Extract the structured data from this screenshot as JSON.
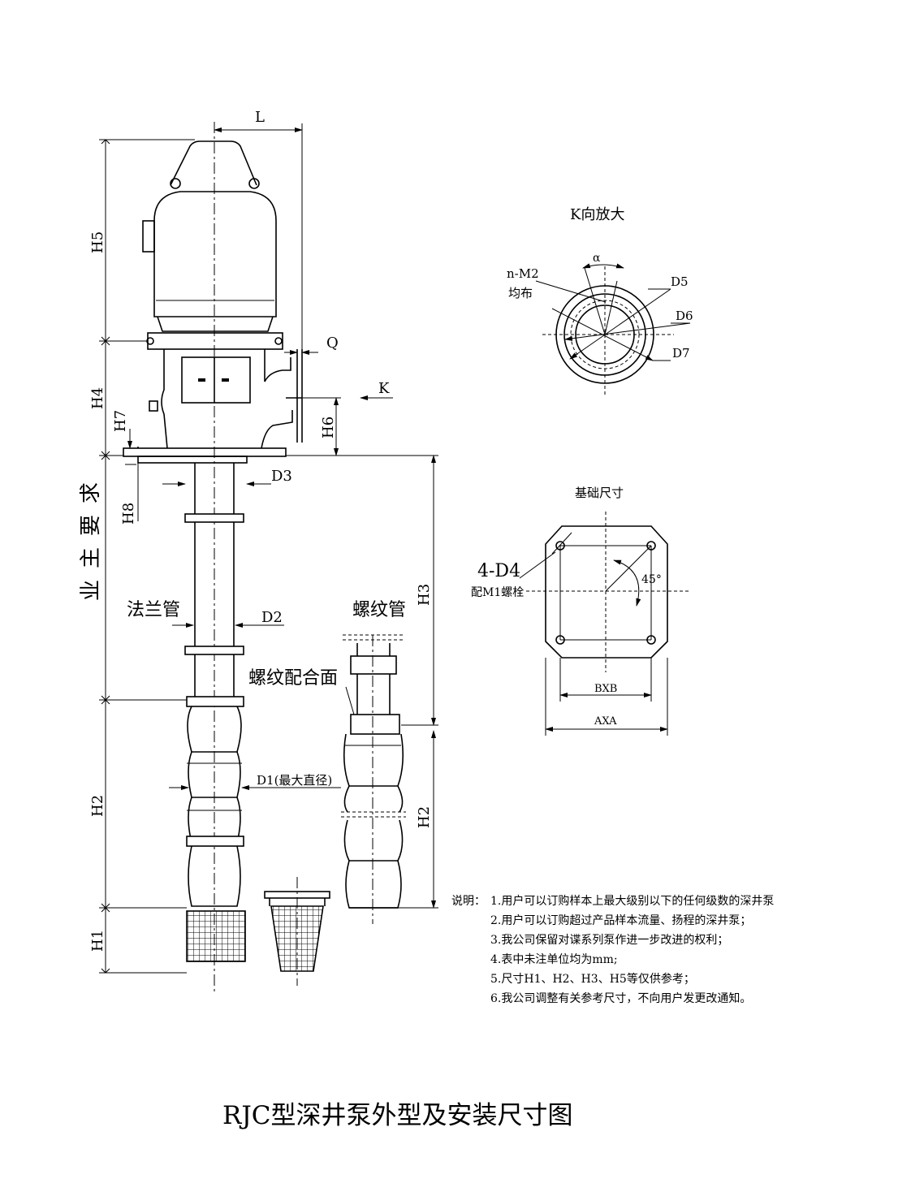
{
  "title": "RJC型深井泵外型及安装尺寸图",
  "dims": {
    "L": "L",
    "Q": "Q",
    "K": "K",
    "H1": "H1",
    "H2": "H2",
    "H2b": "H2",
    "H3": "H3",
    "H4": "H4",
    "H5": "H5",
    "H6": "H6",
    "H7": "H7",
    "H8": "H8",
    "D1": "D1(最大直径)",
    "D2": "D2",
    "D3": "D3"
  },
  "labels": {
    "main_req": "业主要求",
    "flange_pipe": "法兰管",
    "thread_pipe": "螺纹管",
    "thread_face": "螺纹配合面"
  },
  "k_view": {
    "title": "K向放大",
    "nm2": "n-M2",
    "even": "均布",
    "alpha": "α",
    "d5": "D5",
    "d6": "D6",
    "d7": "D7"
  },
  "foundation": {
    "title": "基础尺寸",
    "d4": "4-D4",
    "bolt": "配M1螺栓",
    "angle": "45°",
    "bxb": "BXB",
    "axa": "AXA"
  },
  "notes": {
    "head": "说明：",
    "items": [
      "1.用户可以订购样本上最大级别以下的任何级数的深井泵",
      "2.用户可以订购超过产品样本流量、扬程的深井泵；",
      "3.我公司保留对谍系列泵作进一步改进的权利；",
      "4.表中未注单位均为mm;",
      "5.尺寸H1、H2、H3、H5等仅供参考；",
      "6.我公司调整有关参考尺寸，不向用户发更改通知。"
    ]
  }
}
